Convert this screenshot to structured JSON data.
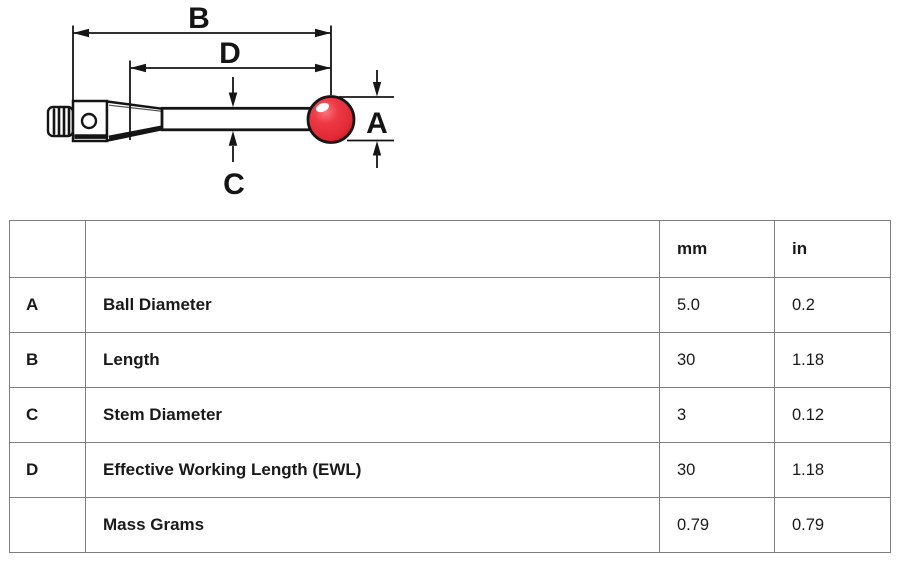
{
  "diagram": {
    "dimension_labels": {
      "a": "A",
      "b": "B",
      "c": "C",
      "d": "D"
    },
    "colors": {
      "line": "#151515",
      "ball_red": "#ee3a45",
      "ball_red_dark": "#c0ололо1722"
    },
    "description": "Stylus side view: threaded mount, holder block with hole, tapered cone, stem, red ruby ball"
  },
  "table": {
    "border_color": "#7e7e7e",
    "header": {
      "key": "",
      "label": "",
      "mm": "mm",
      "in": "in"
    },
    "rows": [
      {
        "key": "A",
        "label": "Ball Diameter",
        "mm": "5.0",
        "in": "0.2"
      },
      {
        "key": "B",
        "label": "Length",
        "mm": "30",
        "in": "1.18"
      },
      {
        "key": "C",
        "label": "Stem Diameter",
        "mm": "3",
        "in": "0.12"
      },
      {
        "key": "D",
        "label": "Effective Working Length (EWL)",
        "mm": "30",
        "in": "1.18"
      },
      {
        "key": "",
        "label": "Mass Grams",
        "mm": "0.79",
        "in": "0.79"
      }
    ]
  }
}
